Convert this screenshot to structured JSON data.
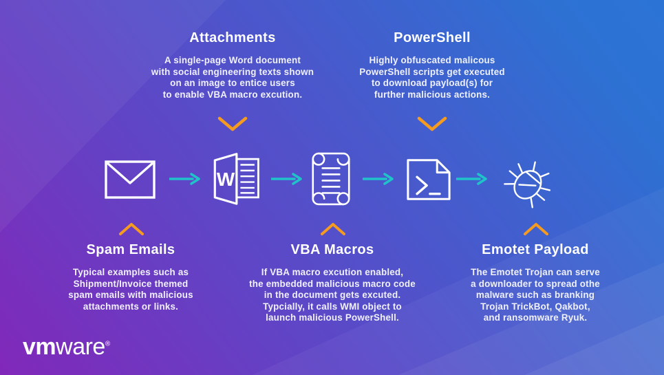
{
  "colors": {
    "background_purple": "#8128b9",
    "background_blue": "#2b74d6",
    "chevron_orange": "#f59b20",
    "arrow_teal": "#1fc3c9",
    "icon_stroke": "#ffffff",
    "text": "#ffffff"
  },
  "top_annotations": [
    {
      "title": "Attachments",
      "body": "A single-page Word document\nwith social engineering texts shown\non an image to entice users\nto enable VBA macro excution."
    },
    {
      "title": "PowerShell",
      "body": "Highly obfuscated malicous\nPowerShell scripts get executed\nto download payload(s) for\nfurther malicious actions."
    }
  ],
  "bottom_annotations": [
    {
      "title": "Spam Emails",
      "body": "Typical examples such as\nShipment/Invoice themed\nspam emails with malicious\nattachments or links."
    },
    {
      "title": "VBA Macros",
      "body": "If VBA macro excution enabled,\nthe embedded malicious macro code\nin the document gets excuted.\nTypcially, it calls WMI object to\nlaunch malicious PowerShell."
    },
    {
      "title": "Emotet Payload",
      "body": "The Emotet Trojan can serve\na downloader to spread othe\nmalware such as branking\nTrojan TrickBot, Qakbot,\nand ransomware Ryuk."
    }
  ],
  "flow": {
    "steps": [
      {
        "icon": "envelope-icon",
        "label": "Spam Emails"
      },
      {
        "icon": "word-document-icon",
        "label": "Attachments"
      },
      {
        "icon": "macro-scroll-icon",
        "label": "VBA Macros"
      },
      {
        "icon": "powershell-terminal-icon",
        "label": "PowerShell"
      },
      {
        "icon": "malware-bug-icon",
        "label": "Emotet Payload"
      }
    ]
  },
  "logo": {
    "brand_bold": "vm",
    "brand_light": "ware",
    "registered_mark": "®"
  }
}
